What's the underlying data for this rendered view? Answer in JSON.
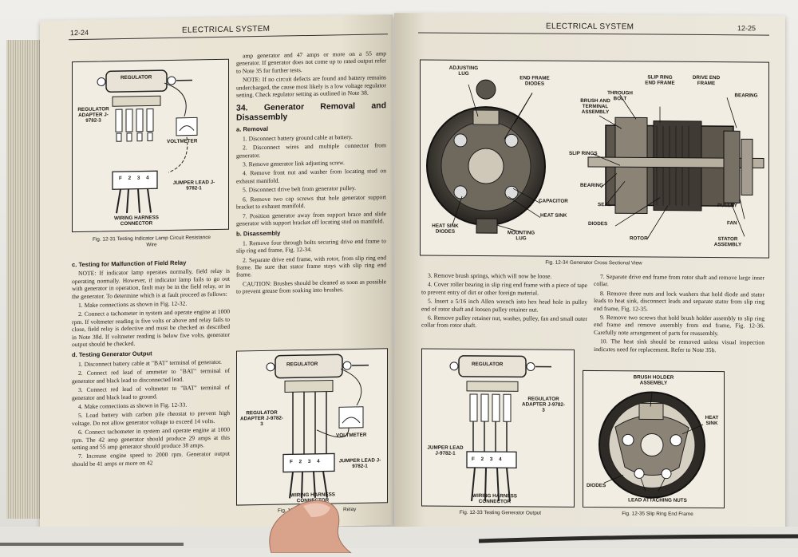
{
  "left_page": {
    "page_number": "12-24",
    "header": "ELECTRICAL SYSTEM",
    "figure": {
      "labels": {
        "regulator": "REGULATOR",
        "adapter": "REGULATOR ADAPTER J-9782-3",
        "voltmeter": "VOLTMETER",
        "jumper": "JUMPER LEAD J-9782-1",
        "harness": "WIRING HARNESS CONNECTOR",
        "terminals": "F 2 3 4"
      },
      "caption": "Fig. 12-31 Testing Indicator Lamp Circuit Resistance Wire"
    },
    "col1": [
      {
        "t": "h",
        "x": "c. Testing for Malfunction of Field Relay"
      },
      {
        "t": "p",
        "x": "NOTE: If indicator lamp operates normally, field relay is operating normally. However, if indicator lamp fails to go out with generator in operation, fault may be in the field relay, or in the generator. To determine which is at fault proceed as follows:"
      },
      {
        "t": "p",
        "x": "1. Make connections as shown in Fig. 12-32."
      },
      {
        "t": "p",
        "x": "2. Connect a tachometer in system and operate engine at 1000 rpm. If voltmeter reading is five volts or above and relay fails to close, field relay is defective and must be checked as described in Note 38d. If voltmeter reading is below five volts, generator output should be checked."
      },
      {
        "t": "h",
        "x": "d. Testing Generator Output"
      },
      {
        "t": "p",
        "x": "1. Disconnect battery cable at \"BAT\" terminal of generator."
      },
      {
        "t": "p",
        "x": "2. Connect red lead of ammeter to \"BAT\" terminal of generator and black lead to disconnected lead."
      },
      {
        "t": "p",
        "x": "3. Connect red lead of voltmeter to \"BAT\" terminal of generator and black lead to ground."
      },
      {
        "t": "p",
        "x": "4. Make connections as shown in Fig. 12-33."
      },
      {
        "t": "p",
        "x": "5. Load battery with carbon pile rheostat to prevent high voltage. Do not allow generator voltage to exceed 14 volts."
      },
      {
        "t": "p",
        "x": "6. Connect tachometer in system and operate engine at 1000 rpm. The 42 amp generator should produce 29 amps at this setting and 55 amp generator should produce 38 amps."
      },
      {
        "t": "p",
        "x": "7. Increase engine speed to 2000 rpm. Generator output should be 41 amps or more on 42"
      }
    ],
    "col2": [
      {
        "t": "p",
        "x": "amp generator and 47 amps or more on a 55 amp generator. If generator does not come up to rated output refer to Note 35 for further tests."
      },
      {
        "t": "p",
        "x": "NOTE: If no circuit defects are found and battery remains undercharged, the cause most likely is a low voltage regulator setting. Check regulator setting as outlined in Note 38."
      },
      {
        "t": "big",
        "x": "34. Generator Removal and Disassembly"
      },
      {
        "t": "h",
        "x": "a. Removal"
      },
      {
        "t": "p",
        "x": "1. Disconnect battery ground cable at battery."
      },
      {
        "t": "p",
        "x": "2. Disconnect wires and multiple connector from generator."
      },
      {
        "t": "p",
        "x": "3. Remove generator link adjusting screw."
      },
      {
        "t": "p",
        "x": "4. Remove front nut and washer from locating stud on exhaust manifold."
      },
      {
        "t": "p",
        "x": "5. Disconnect drive belt from generator pulley."
      },
      {
        "t": "p",
        "x": "6. Remove two cap screws that hole generator support bracket to exhaust manifold."
      },
      {
        "t": "p",
        "x": "7. Position generator away from support brace and slide generator with support bracket off locating stud on manifold."
      },
      {
        "t": "h",
        "x": "b. Disassembly"
      },
      {
        "t": "p",
        "x": "1. Remove four through bolts securing drive end frame to slip ring end frame, Fig. 12-34."
      },
      {
        "t": "p",
        "x": "2. Separate drive end frame, with rotor, from slip ring end frame. Be sure that stator frame stays with slip ring end frame."
      },
      {
        "t": "p",
        "x": "CAUTION: Brushes should be cleaned as soon as possible to prevent grease from soaking into brushes."
      }
    ],
    "figure2": {
      "labels": {
        "regulator": "REGULATOR",
        "adapter": "REGULATOR ADAPTER J-9782-3",
        "voltmeter": "VOLTMETER",
        "jumper": "JUMPER LEAD J-9782-1",
        "harness": "WIRING HARNESS CONNECTOR",
        "terminals": "F 2 3 4"
      },
      "caption_left": "Fig. 12-32",
      "caption_right": "Relay"
    }
  },
  "right_page": {
    "page_number": "12-25",
    "header": "ELECTRICAL SYSTEM",
    "figure": {
      "labels": {
        "adjusting_lug": "ADJUSTING LUG",
        "end_frame_diodes": "END FRAME DIODES",
        "slip_ring_end_frame": "SLIP RING END FRAME",
        "drive_end_frame": "DRIVE END FRAME",
        "through_bolt": "THROUGH BOLT",
        "brush_terminal": "BRUSH AND TERMINAL ASSEMBLY",
        "bearing_top": "BEARING",
        "slip_rings": "SLIP RINGS",
        "bearing": "BEARING",
        "seal": "SEAL",
        "capacitor": "CAPACITOR",
        "heat_sink": "HEAT SINK",
        "heat_sink_diodes": "HEAT SINK DIODES",
        "mounting_lug": "MOUNTING LUG",
        "diodes": "DIODES",
        "rotor": "ROTOR",
        "pulley": "PULLEY",
        "fan": "FAN",
        "stator": "STATOR ASSEMBLY"
      },
      "caption": "Fig. 12-34   Generator Cross Sectional View"
    },
    "col1": [
      {
        "t": "p",
        "x": "3. Remove brush springs, which will now be loose."
      },
      {
        "t": "p",
        "x": "4. Cover roller bearing in slip ring end frame with a piece of tape to prevent entry of dirt or other foreign material."
      },
      {
        "t": "p",
        "x": "5. Insert a 5/16 inch Allen wrench into hex head hole in pulley end of rotor shaft and loosen pulley retainer nut."
      },
      {
        "t": "p",
        "x": "6. Remove pulley retainer nut, washer, pulley, fan and small outer collar from rotor shaft."
      }
    ],
    "col2": [
      {
        "t": "p",
        "x": "7. Separate drive end frame from rotor shaft and remove large inner collar."
      },
      {
        "t": "p",
        "x": "8. Remove three nuts and lock washers that hold diode and stator leads to heat sink, disconnect leads and separate stator from slip ring end frame, Fig. 12-35."
      },
      {
        "t": "p",
        "x": "9. Remove two screws that hold brush holder assembly to slip ring end frame and remove assembly from end frame, Fig. 12-36. Carefully note arrangement of parts for reassembly."
      },
      {
        "t": "p",
        "x": "10. The heat sink should be removed unless visual inspection indicates need for replacement. Refer to Note 35b."
      }
    ],
    "figure33": {
      "labels": {
        "regulator": "REGULATOR",
        "adapter": "REGULATOR ADAPTER J-9782-3",
        "jumper": "JUMPER LEAD J-9782-1",
        "harness": "WIRING HARNESS CONNECTOR",
        "terminals": "F 2 3 4"
      },
      "caption": "Fig. 12-33   Testing Generator Output"
    },
    "figure35": {
      "labels": {
        "brush_holder": "BRUSH HOLDER ASSEMBLY",
        "heat_sink": "HEAT SINK",
        "diodes": "DIODES",
        "nuts": "LEAD ATTACHING NUTS"
      },
      "caption": "Fig. 12-35   Slip Ring End Frame"
    }
  }
}
